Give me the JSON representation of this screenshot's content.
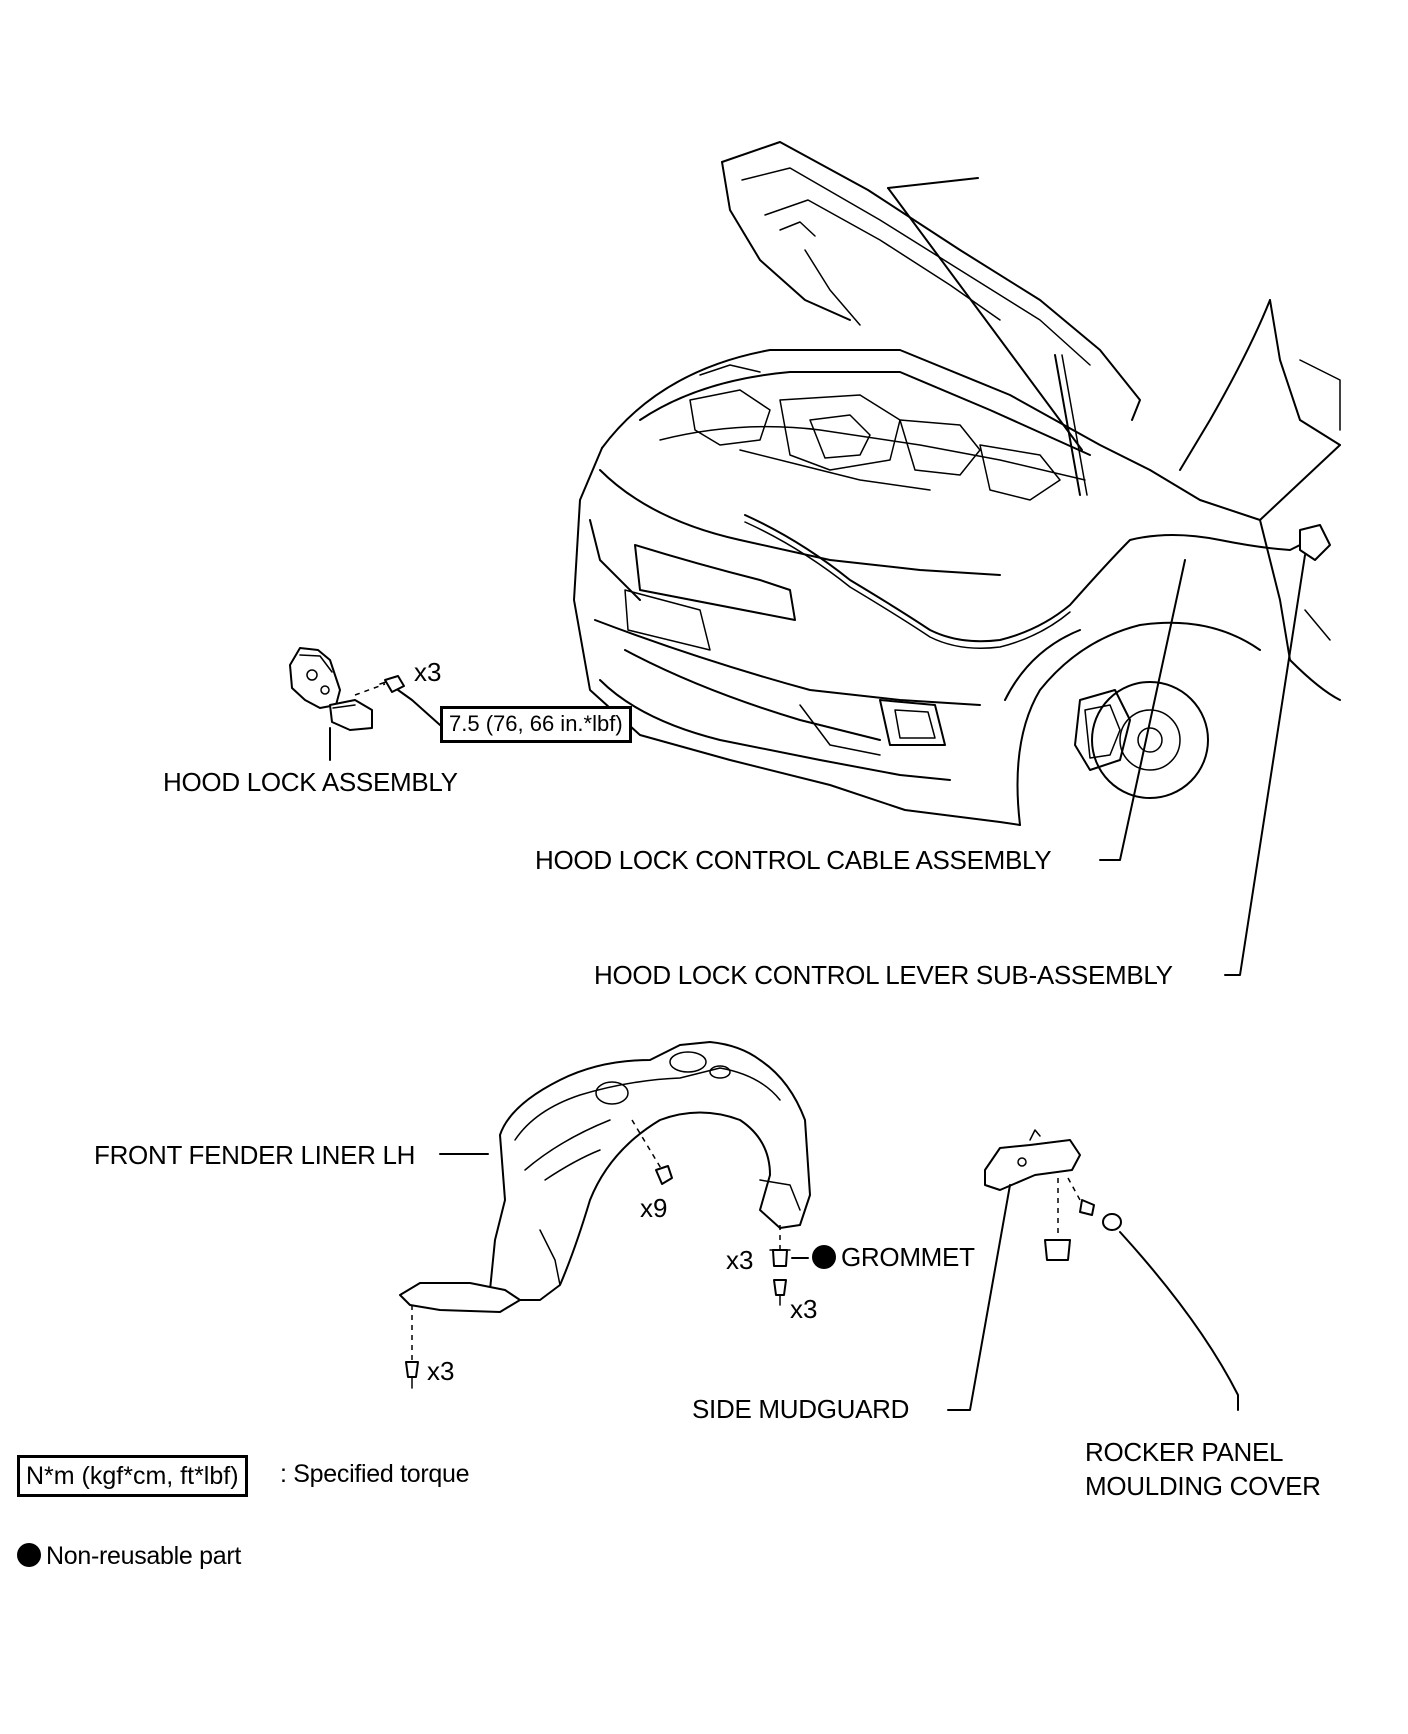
{
  "labels": {
    "hood_lock_assembly": "HOOD LOCK ASSEMBLY",
    "hood_lock_control_cable_assembly": "HOOD LOCK CONTROL CABLE ASSEMBLY",
    "hood_lock_control_lever_sub_assembly": "HOOD LOCK CONTROL LEVER SUB-ASSEMBLY",
    "front_fender_liner_lh": "FRONT FENDER LINER LH",
    "grommet": "GROMMET",
    "side_mudguard": "SIDE MUDGUARD",
    "rocker_panel_moulding_cover_line1": "ROCKER PANEL",
    "rocker_panel_moulding_cover_line2": "MOULDING COVER"
  },
  "quantities": {
    "hood_lock_bolts": "x3",
    "fender_liner_clips": "x9",
    "grommet_qty": "x3",
    "screw_qty": "x3",
    "liner_bottom_screws": "x3"
  },
  "torque": {
    "hood_lock": "7.5 (76, 66 in.*lbf)"
  },
  "legend": {
    "torque_unit": "N*m (kgf*cm, ft*lbf)",
    "torque_desc": ": Specified torque",
    "non_reusable": "Non-reusable part"
  }
}
